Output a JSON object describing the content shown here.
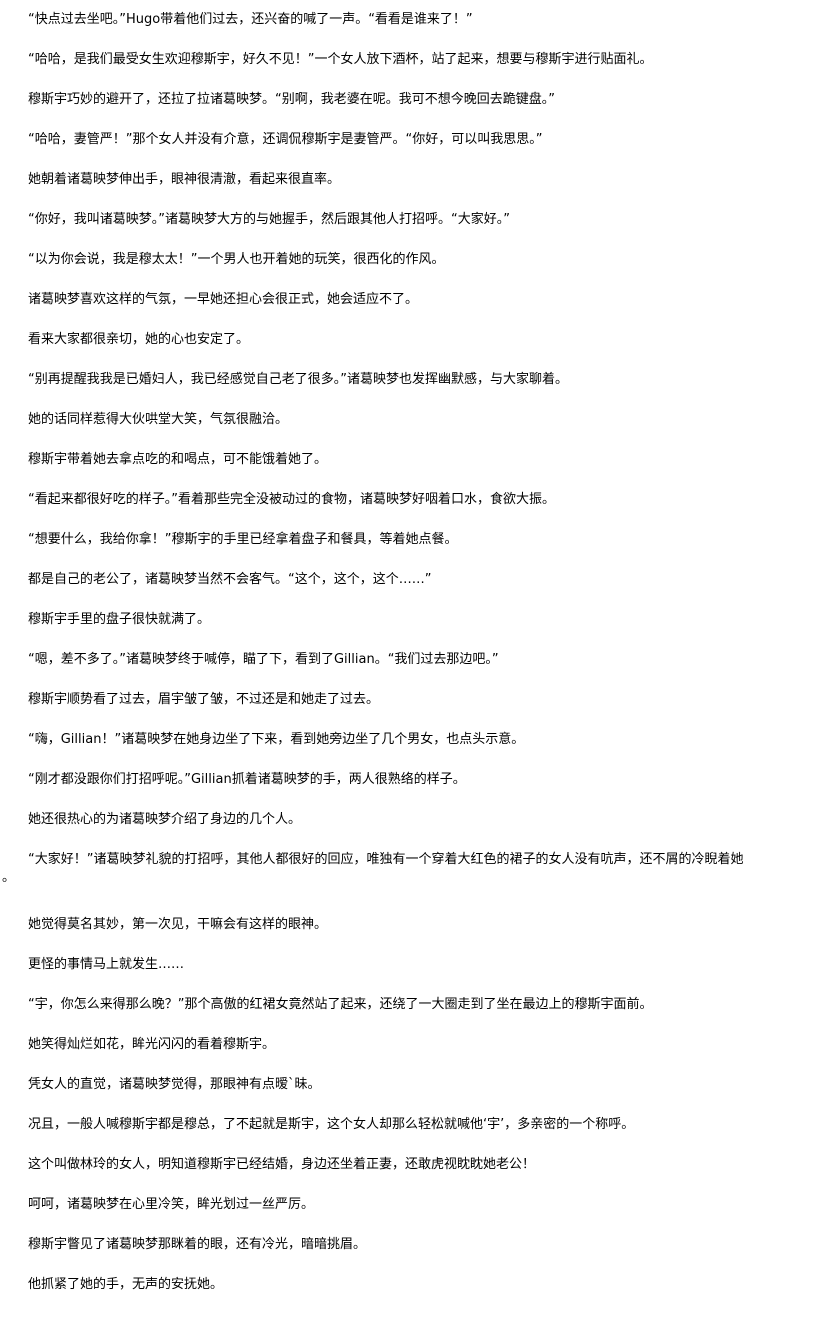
{
  "paragraphs": [
    "“快点过去坐吧。”Hugo带着他们过去，还兴奋的喊了一声。“看看是谁来了！”",
    "“哈哈，是我们最受女生欢迎穆斯宇，好久不见！”一个女人放下酒杯，站了起来，想要与穆斯宇进行贴面礼。",
    "穆斯宇巧妙的避开了，还拉了拉诸葛映梦。“别啊，我老婆在呢。我可不想今晚回去跪键盘。”",
    "“哈哈，妻管严！”那个女人并没有介意，还调侃穆斯宇是妻管严。“你好，可以叫我思思。”",
    "她朝着诸葛映梦伸出手，眼神很清澈，看起来很直率。",
    "“你好，我叫诸葛映梦。”诸葛映梦大方的与她握手，然后跟其他人打招呼。“大家好。”",
    "“以为你会说，我是穆太太！”一个男人也开着她的玩笑，很西化的作风。",
    "诸葛映梦喜欢这样的气氛，一早她还担心会很正式，她会适应不了。",
    "看来大家都很亲切，她的心也安定了。",
    "“别再提醒我我是已婚妇人，我已经感觉自己老了很多。”诸葛映梦也发挥幽默感，与大家聊着。",
    "她的话同样惹得大伙哄堂大笑，气氛很融洽。",
    "穆斯宇带着她去拿点吃的和喝点，可不能饿着她了。",
    "“看起来都很好吃的样子。”看着那些完全没被动过的食物，诸葛映梦好咽着口水，食欲大振。",
    "“想要什么，我给你拿！”穆斯宇的手里已经拿着盘子和餐具，等着她点餐。",
    "都是自己的老公了，诸葛映梦当然不会客气。“这个，这个，这个……”",
    "穆斯宇手里的盘子很快就满了。",
    "“嗯，差不多了。”诸葛映梦终于喊停，瞄了下，看到了Gillian。“我们过去那边吧。”",
    "穆斯宇顺势看了过去，眉宇皱了皱，不过还是和她走了过去。",
    "“嗨，Gillian！”诸葛映梦在她身边坐了下来，看到她旁边坐了几个男女，也点头示意。",
    "“刚才都没跟你们打招呼呢。”Gillian抓着诸葛映梦的手，两人很熟络的样子。",
    "她还很热心的为诸葛映梦介绍了身边的几个人。",
    "“大家好！”诸葛映梦礼貌的打招呼，其他人都很好的回应，唯独有一个穿着大红色的裙子的女人没有吭声，还不屑的冷睨着她",
    "她觉得莫名其妙，第一次见，干嘛会有这样的眼神。",
    "更怪的事情马上就发生……",
    "“宇，你怎么来得那么晚？”那个高傲的红裙女竟然站了起来，还绕了一大圈走到了坐在最边上的穆斯宇面前。",
    "她笑得灿烂如花，眸光闪闪的看着穆斯宇。",
    "凭女人的直觉，诸葛映梦觉得，那眼神有点暧`昧。",
    "况且，一般人喊穆斯宇都是穆总，了不起就是斯宇，这个女人却那么轻松就喊他‘宇’，多亲密的一个称呼。",
    "这个叫做林玲的女人，明知道穆斯宇已经结婚，身边还坐着正妻，还敢虎视眈眈她老公！",
    "呵呵，诸葛映梦在心里冷笑，眸光划过一丝严厉。",
    "穆斯宇瞥见了诸葛映梦那眯着的眼，还有冷光，暗暗挑眉。",
    "他抓紧了她的手，无声的安抚她。"
  ],
  "wrap_tail": "。"
}
